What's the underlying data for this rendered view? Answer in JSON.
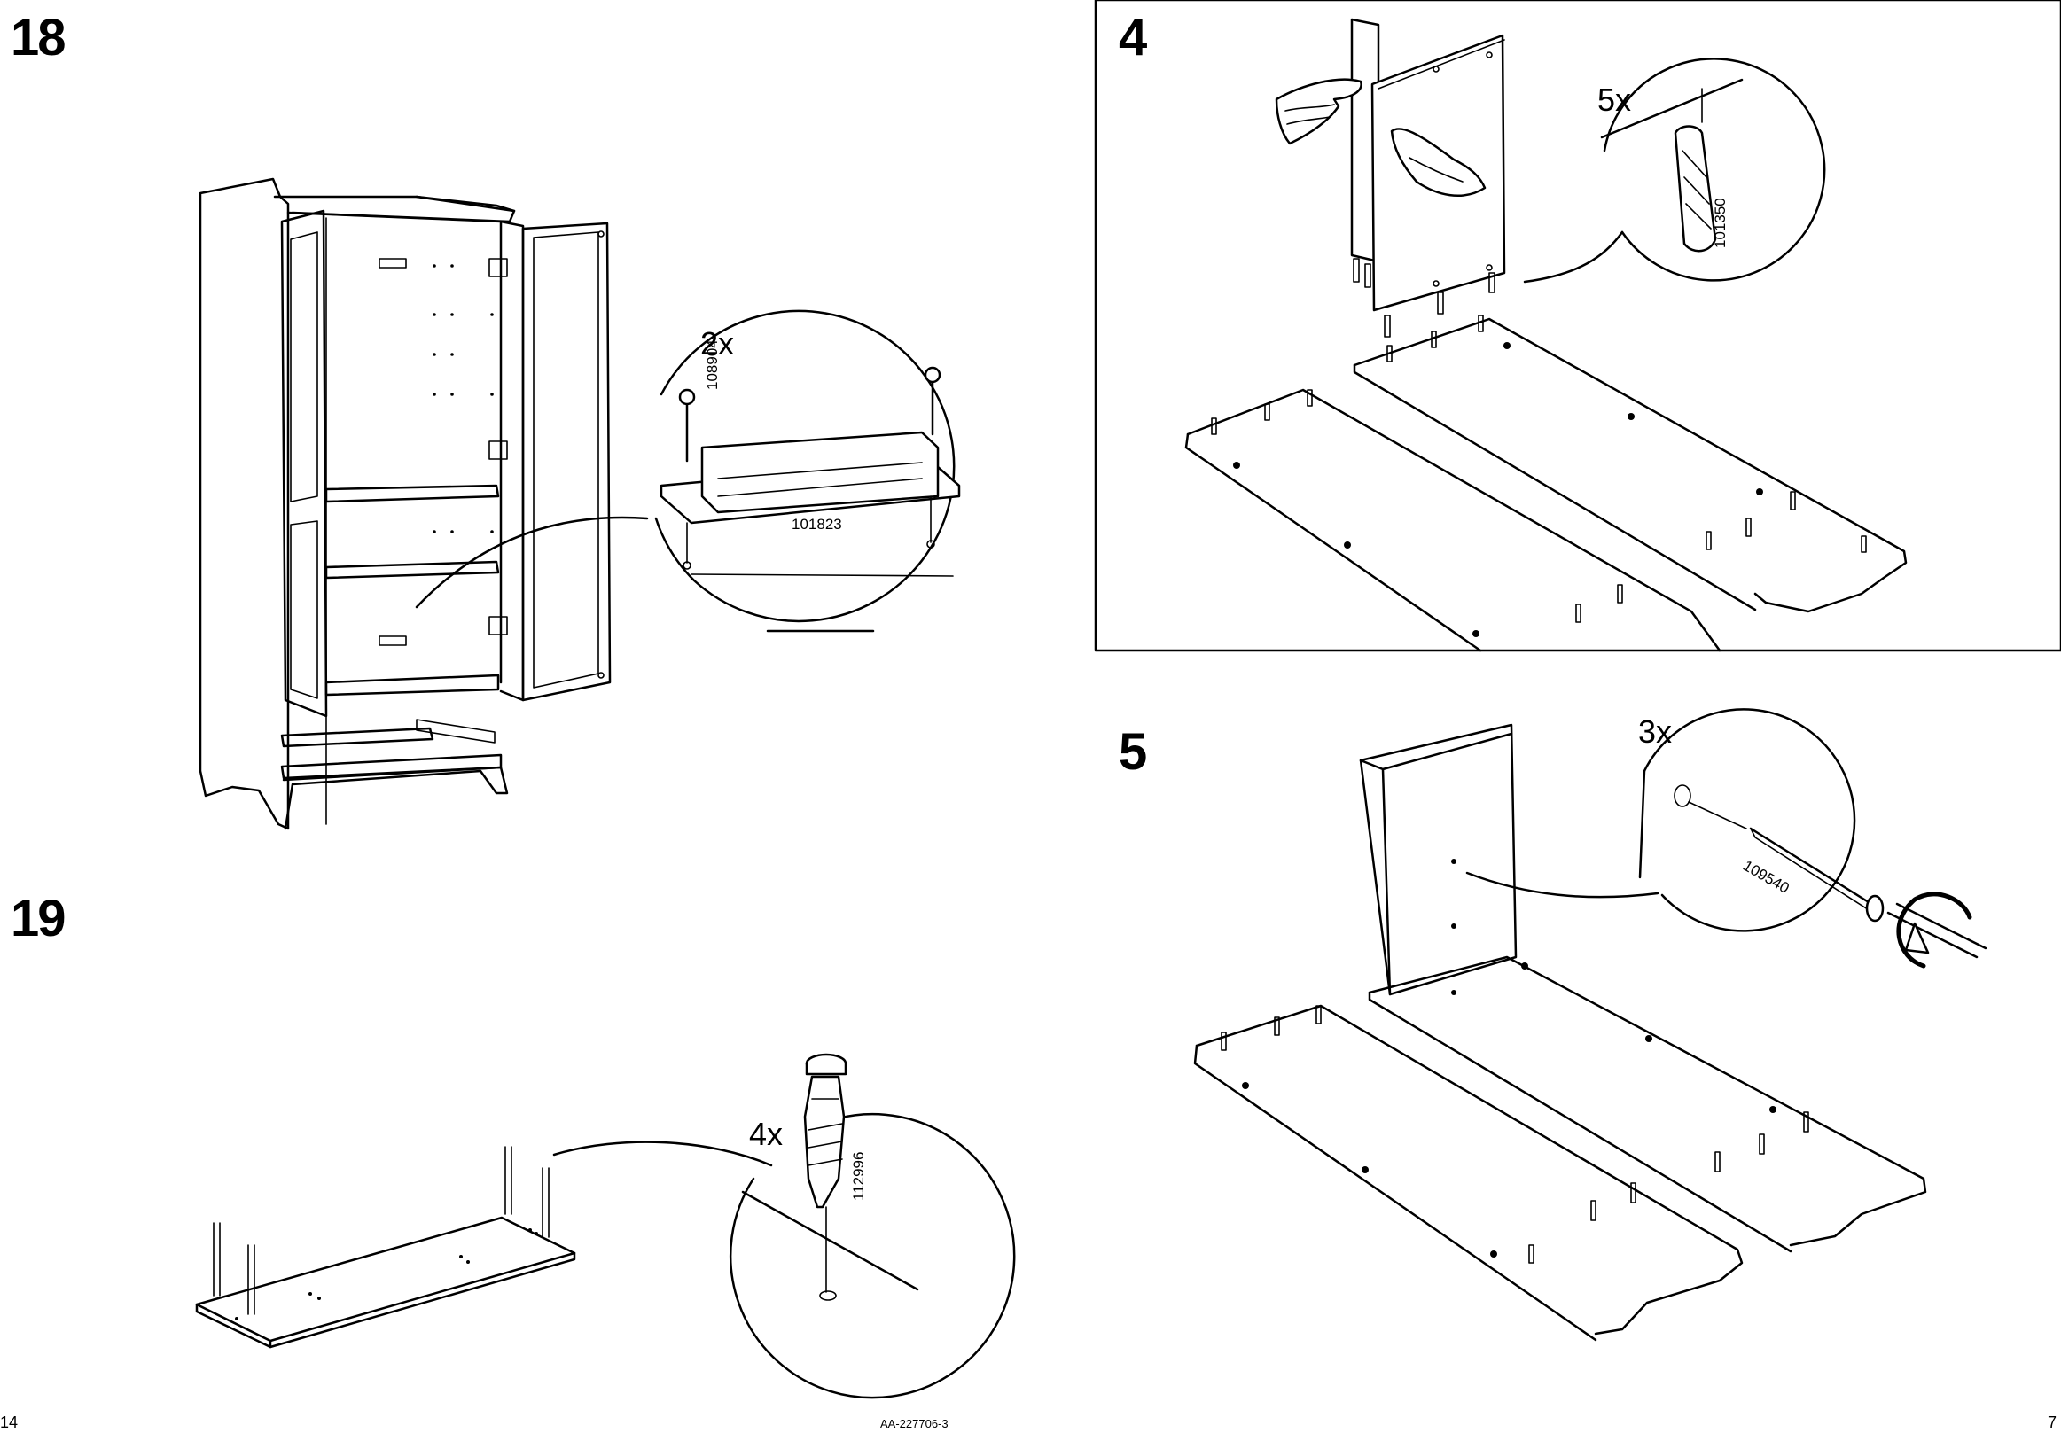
{
  "page": {
    "left_page_number": "14",
    "right_page_number": "7",
    "doc_code": "AA-227706-3"
  },
  "steps": {
    "s18": {
      "number": "18",
      "quantity": "2x",
      "screw_part": "108904",
      "catch_part": "101823"
    },
    "s19": {
      "number": "19",
      "quantity": "4x",
      "part": "112996"
    },
    "s4": {
      "number": "4",
      "quantity": "5x",
      "part": "101350"
    },
    "s5": {
      "number": "5",
      "quantity": "3x",
      "part": "109540"
    }
  },
  "icons": [
    "pointing-hand-icon",
    "rotate-arrow-icon",
    "screwdriver-icon"
  ]
}
